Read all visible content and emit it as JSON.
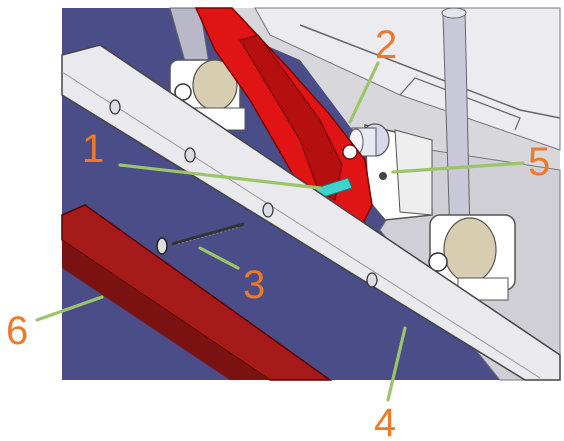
{
  "diagram": {
    "callouts": [
      {
        "id": "1",
        "label": "1",
        "part": "pin"
      },
      {
        "id": "2",
        "label": "2",
        "part": "bushing"
      },
      {
        "id": "3",
        "label": "3",
        "part": "bolt"
      },
      {
        "id": "4",
        "label": "4",
        "part": "frame-rail"
      },
      {
        "id": "5",
        "label": "5",
        "part": "bracket"
      },
      {
        "id": "6",
        "label": "6",
        "part": "rubber-strip"
      }
    ],
    "colors": {
      "floor": "#4b4d88",
      "rail": "#e9e9ee",
      "arm": "#e01414",
      "strip": "#a61a1a",
      "pin": "#3fd3cf",
      "leader": "#9cc56a",
      "callout": "#ec7a2c"
    }
  }
}
